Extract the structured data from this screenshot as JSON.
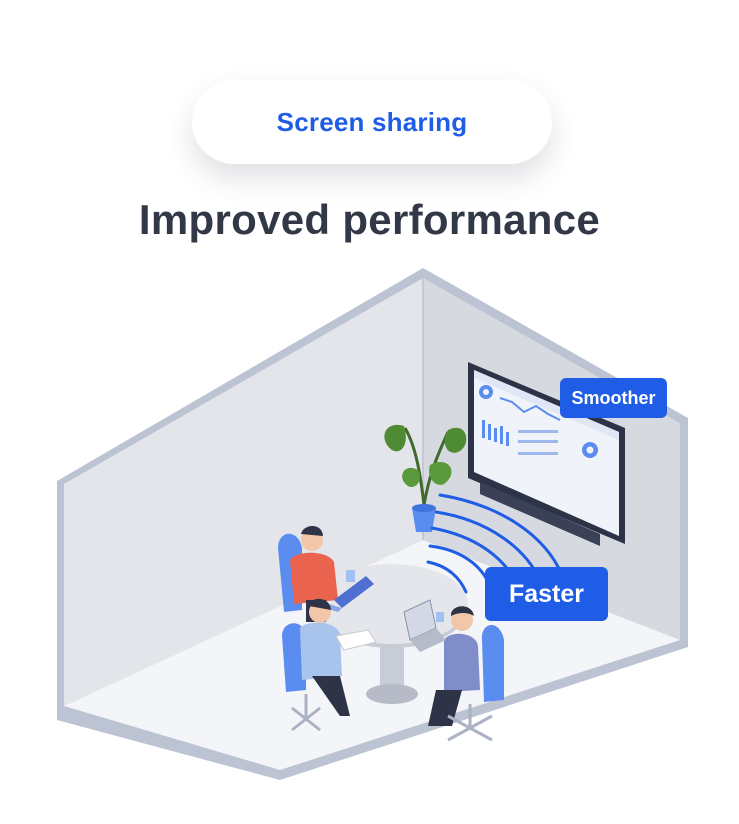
{
  "badge": {
    "label": "Screen sharing"
  },
  "headline": "Improved performance",
  "callouts": {
    "smoother": "Smoother",
    "faster": "Faster"
  },
  "colors": {
    "accent": "#1f5de6",
    "headline": "#333847",
    "wall": "#e2e4e9",
    "floor": "#f4f5f8",
    "frame": "#aab2c4",
    "chair": "#5b8df0"
  }
}
